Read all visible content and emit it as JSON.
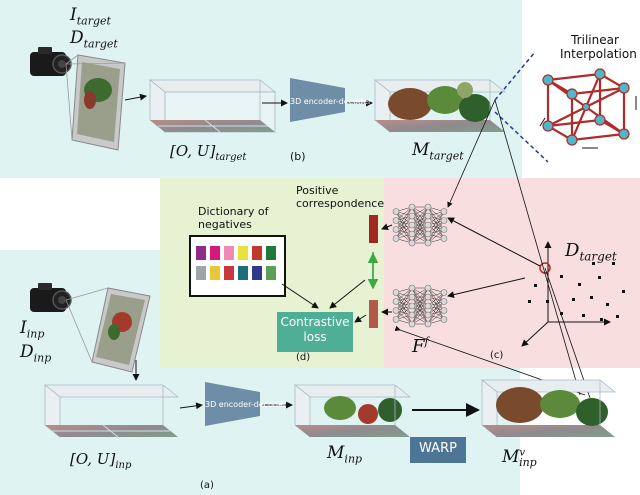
{
  "top": {
    "camera_label_I": "I",
    "camera_label_I_sub": "target",
    "camera_label_D": "D",
    "camera_label_D_sub": "target",
    "grid_label": "[O, U]",
    "grid_label_sub": "target",
    "encoder_label": "3D encoder-decoder",
    "panel_tag": "(b)",
    "output_label": "M",
    "output_label_sub": "target"
  },
  "inset": {
    "title_line1": "Trilinear",
    "title_line2": "Interpolation"
  },
  "middle": {
    "dict_title_line1": "Dictionary of",
    "dict_title_line2": "negatives",
    "positive_line1": "Positive",
    "positive_line2": "correspondence",
    "contrastive_line1": "Contrastive",
    "contrastive_line2": "loss",
    "panel_tag_d": "(d)",
    "feature_label": "F",
    "feature_sup": "f",
    "panel_tag_c": "(c)",
    "points_label": "D",
    "points_label_sub": "target",
    "swatch_colors": [
      "#8e2c8a",
      "#d4197a",
      "#f08ab4",
      "#e8e23a",
      "#c0392b",
      "#1f7a3a",
      "#9fa4a8",
      "#e8c83a",
      "#c8383c",
      "#1c6e7a",
      "#2d3a8c",
      "#5aa058"
    ]
  },
  "bottom": {
    "camera_label_I": "I",
    "camera_label_I_sub": "inp",
    "camera_label_D": "D",
    "camera_label_D_sub": "inp",
    "grid_label": "[O, U]",
    "grid_label_sub": "inp",
    "encoder_label": "3D encoder-decoder",
    "panel_tag": "(a)",
    "output_label": "M",
    "output_label_sub": "inp",
    "warp_label": "WARP",
    "warped_label": "M",
    "warped_sup": "v",
    "warped_sub": "inp"
  },
  "colors": {
    "top_bg": "#dff4f2",
    "middle_left_bg": "#e6f2d2",
    "middle_right_bg": "#f8dede",
    "bottom_bg": "#dff4f2",
    "encoder": "#6e8da6",
    "contrastive": "#4fae96",
    "warp": "#4d7696",
    "trilinear": "#b02a2a",
    "node": "#4fb8c8"
  }
}
